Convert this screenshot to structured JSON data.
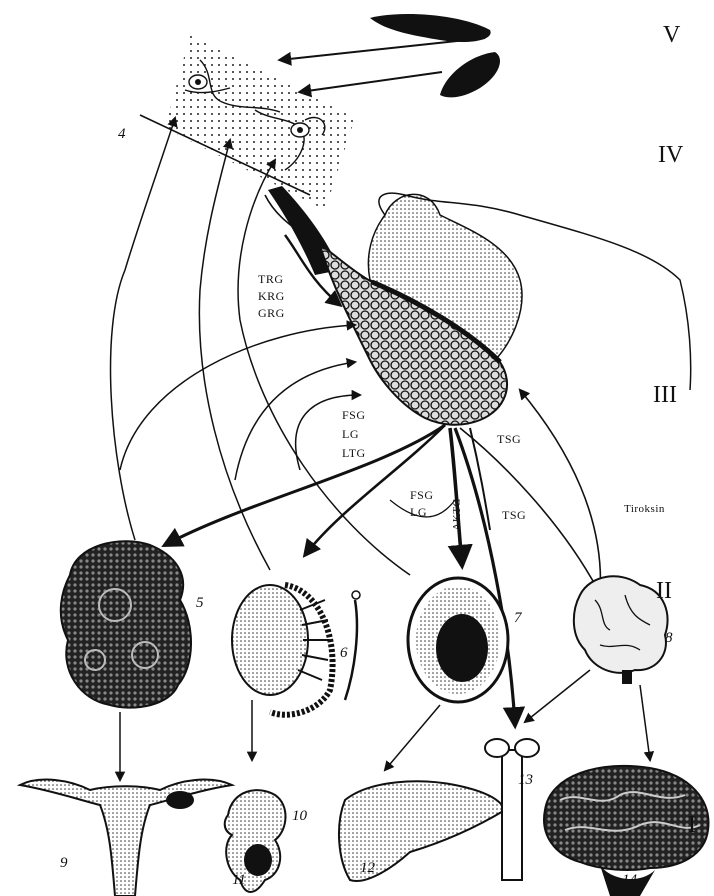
{
  "levels": {
    "V": "V",
    "IV": "IV",
    "III": "III",
    "II": "II",
    "I": "I"
  },
  "hormones": {
    "trg": "TRG",
    "krg": "KRG",
    "grg": "GRG",
    "fsg_top": "FSG",
    "lg_top": "LG",
    "ltg": "LTG",
    "fsg_bottom": "FSG",
    "lg_bottom": "LG",
    "aktg": "AKTG",
    "tsg_top": "TSG",
    "tsg_bottom": "TSG",
    "tiroksin": "Tiroksin"
  },
  "organ_numbers": {
    "n4": "4",
    "n5": "5",
    "n6": "6",
    "n7": "7",
    "n8": "8",
    "n9": "9",
    "n10": "10",
    "n11": "11",
    "n12": "12",
    "n13": "13",
    "n14": "14"
  }
}
